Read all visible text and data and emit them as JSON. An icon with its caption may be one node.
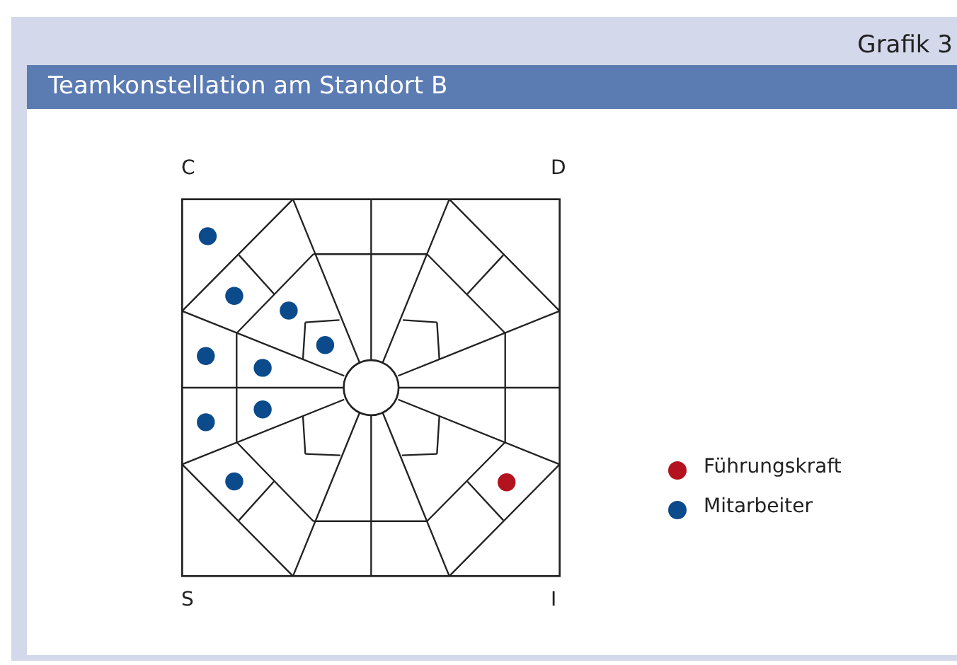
{
  "diagram": {
    "title": "Teamkonstellation am Standort B",
    "labels": [
      "Grafik 3",
      "C",
      "D",
      "S",
      "I"
    ],
    "legend": [
      {
        "text": "Führungskraft",
        "color": "#b3131e"
      },
      {
        "text": "Mitarbeiter",
        "color": "#0b4a8b"
      }
    ]
  }
}
